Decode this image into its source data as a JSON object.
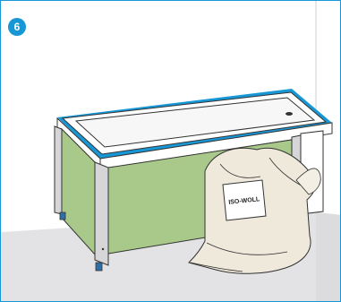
{
  "step": {
    "number": "6"
  },
  "bag": {
    "label": "ISO-WOLL"
  },
  "colors": {
    "frame": "#1797d6",
    "panel": "#a9c98a",
    "tub_rim": "#1797d6",
    "floor": "#e3e3e5",
    "wall": "#ffffff"
  },
  "icons": [
    "step-badge",
    "bathtub",
    "insulation-bag",
    "adjustable-foot"
  ]
}
